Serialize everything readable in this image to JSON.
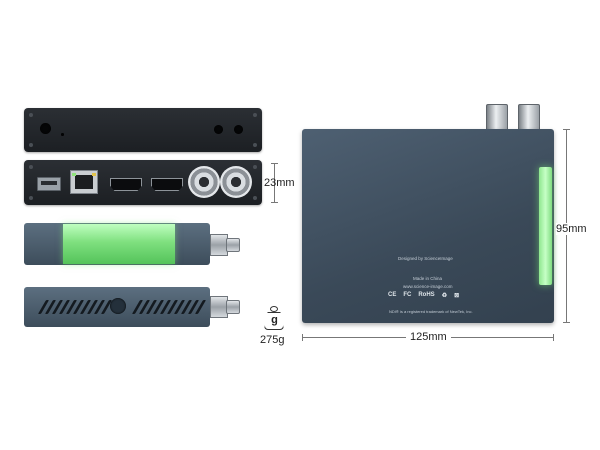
{
  "dimensions": {
    "height": "23mm",
    "depth": "95mm",
    "width": "125mm"
  },
  "weight": {
    "value": "275g",
    "icon_glyph": "g"
  },
  "product_top": {
    "designed_by": "Designed by ScienceImage",
    "made_in": "Made in China",
    "website": "www.science-image.com",
    "certifications": [
      "CE",
      "FC",
      "RoHS",
      "♻",
      "⊠"
    ],
    "trademark": "NDI® is a registered trademark of NewTek, Inc."
  },
  "colors": {
    "glow": "#8fe78f",
    "body": "#3f4e5c",
    "panel": "#23272b"
  }
}
